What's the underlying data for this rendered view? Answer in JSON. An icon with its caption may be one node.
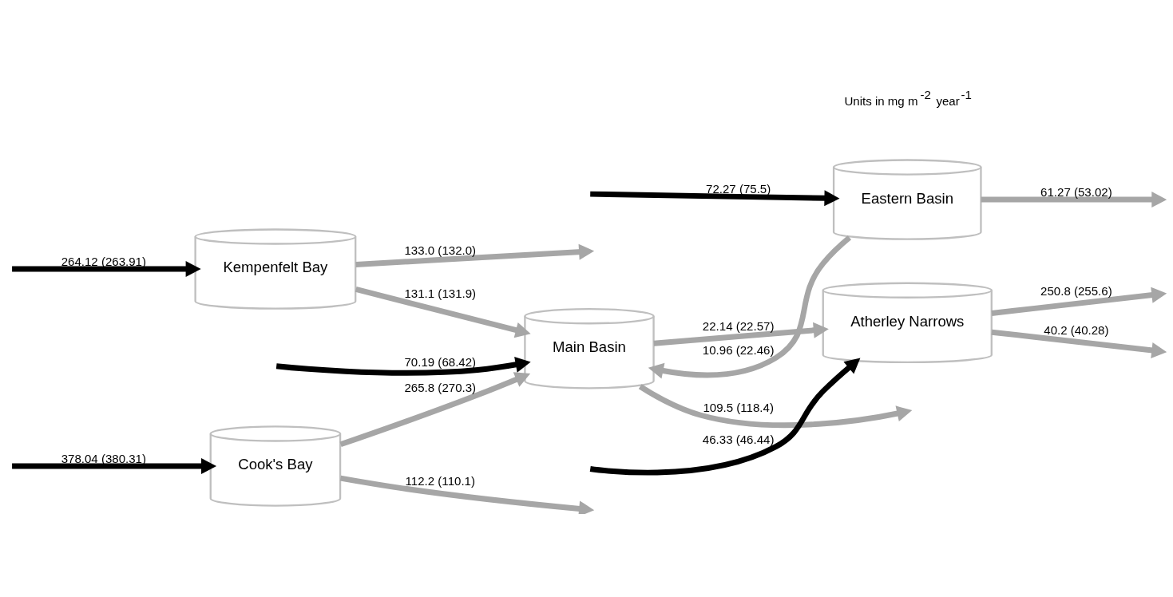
{
  "diagram": {
    "nodes": [
      {
        "text": [
          "Kempenfelt Bay"
        ]
      },
      {
        "text": [
          "Main Basin"
        ]
      },
      {
        "text": [
          "Atherley Narrows"
        ]
      },
      {
        "text": [
          "Cook's Bay"
        ]
      },
      {
        "text": [
          "Eastern Basin"
        ]
      }
    ],
    "edges": [
      {
        "from": 0,
        "to": null,
        "arrow": "to",
        "label": "133.0 (132.0)"
      },
      {
        "from": null,
        "to": 0,
        "arrow": "to",
        "label": "264.12 (263.91)",
        "color": "#000000"
      },
      {
        "from": 0,
        "to": 1,
        "arrow": "to",
        "label": "131.1 (131.9)"
      },
      {
        "from": 1,
        "to": null,
        "arrow": "to",
        "label": "109.5 (118.4)"
      },
      {
        "from": null,
        "to": 1,
        "arrow": "to",
        "label": "70.19 (68.42)",
        "color": "#000000"
      },
      {
        "from": 1,
        "to": 2,
        "arrow": "to",
        "label": "22.14 (22.57)"
      },
      {
        "from": null,
        "to": 2,
        "arrow": "to",
        "label": "46.33 (46.44)",
        "color": "#000000"
      },
      {
        "from": 2,
        "to": null,
        "arrow": "to",
        "label": "250.8 (255.6)"
      },
      {
        "from": 2,
        "to": null,
        "arrow": "to",
        "label": "40.2 (40.28)"
      },
      {
        "from": 3,
        "to": 1,
        "arrow": "to",
        "label": "265.8 (270.3)"
      },
      {
        "from": 3,
        "to": null,
        "arrow": "to",
        "label": "112.2 (110.1)"
      },
      {
        "from": null,
        "to": 3,
        "arrow": "to",
        "label": "378.04 (380.31)",
        "color": "#000000"
      },
      {
        "from": 4,
        "to": 1,
        "arrow": "to",
        "label": "10.96 (22.46)"
      },
      {
        "from": null,
        "to": 4,
        "arrow": "to",
        "label": "72.27 (75.5)",
        "color": "#000000"
      },
      {
        "from": 4,
        "to": null,
        "arrow": "to",
        "label": "61.27 (53.02)"
      }
    ],
    "labels": [
      "Units in mg m$^{-2}$ year$^{-1}$"
    ]
  }
}
